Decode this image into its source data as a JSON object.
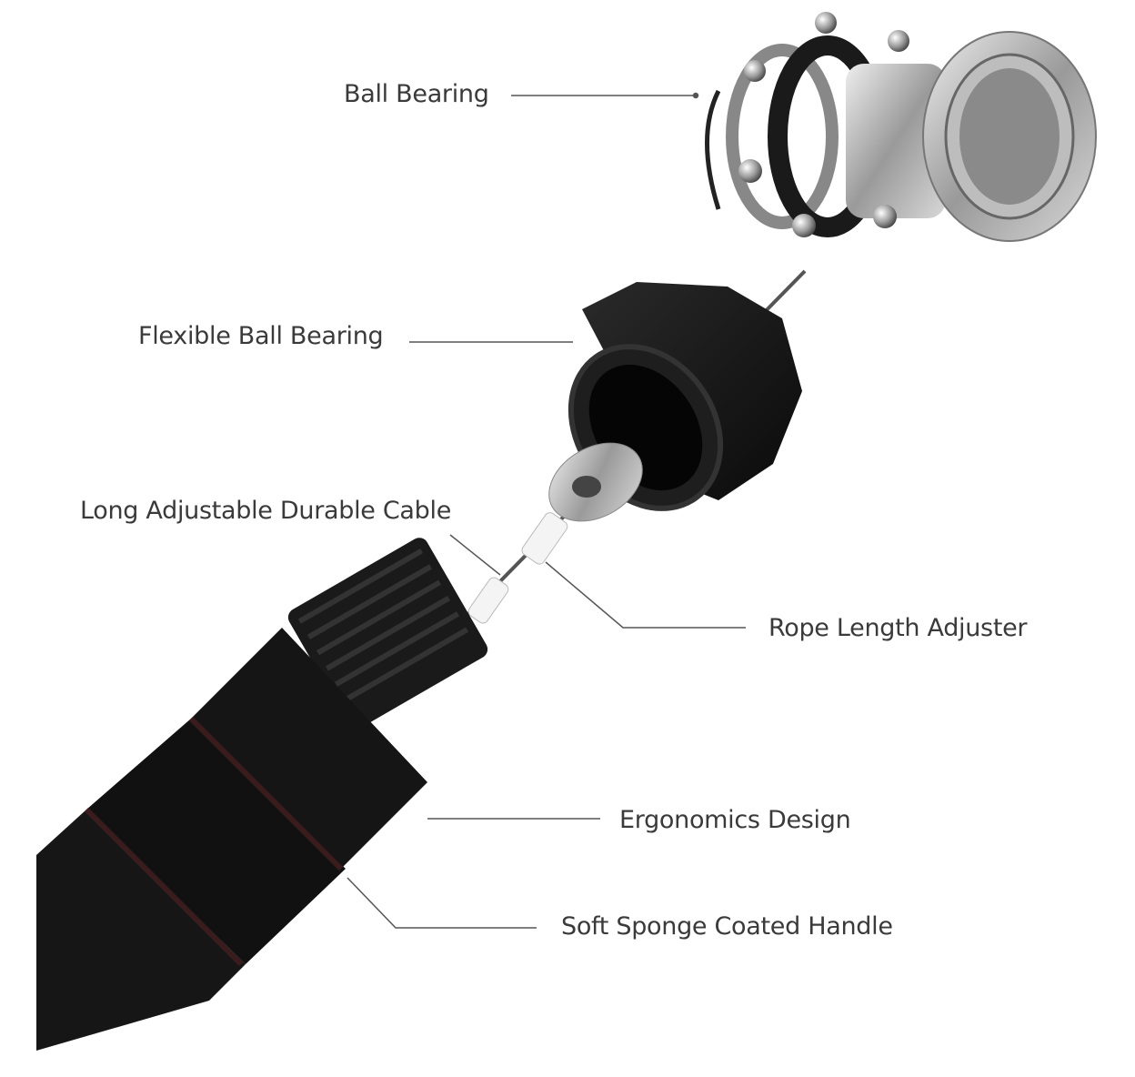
{
  "labels": {
    "ball_bearing": "Ball Bearing",
    "flexible_ball_bearing": "Flexible Ball Bearing",
    "cable": "Long Adjustable Durable Cable",
    "adjuster": "Rope Length Adjuster",
    "ergonomics": "Ergonomics Design",
    "handle": "Soft Sponge Coated Handle"
  },
  "colors": {
    "text": "#3a3a3a",
    "leader": "#555555",
    "handle": "#141414",
    "metal": "#b8b8b8"
  }
}
